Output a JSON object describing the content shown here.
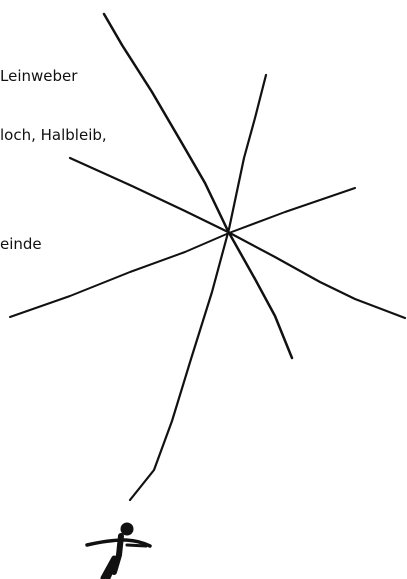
{
  "text": {
    "line1": "Leinweber",
    "line2": "loch, Halbleib,",
    "line3": "einde"
  },
  "colors": {
    "ink": "#111111",
    "background": "#ffffff"
  }
}
